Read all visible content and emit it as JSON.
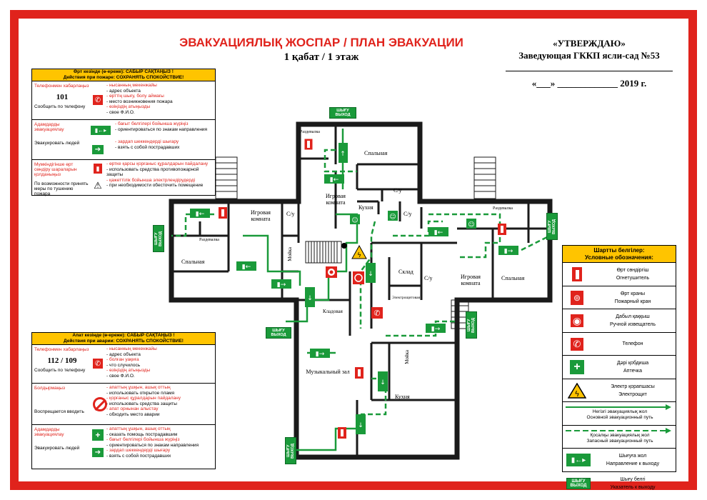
{
  "header": {
    "title": "ЭВАКУАЦИЯЛЫҚ ЖОСПАР / ПЛАН ЭВАКУАЦИИ",
    "floor": "1 қабат / 1 этаж"
  },
  "approval": {
    "approve": "«УТВЕРЖДАЮ»",
    "organization": "Заведующая ГККП ясли-сад №53",
    "date_line": "«___» _____________ 2019 г."
  },
  "fire_box": {
    "header1": "Өрт кезінде (ө-ереже): САБЫР САҚТАҢЫЗ !",
    "header2": "Действия при пожаре: СОХРАНЯТЬ СПОКОЙСТВИЕ!",
    "row1_label": "Телефонмен хабарлаңыз",
    "row1_number": "101",
    "row1_sub": "Сообщить по телефону",
    "row1_items": [
      "- нысанның мекенжайы",
      "- адрес объекта",
      "- өрттің шығу, болу аймағы",
      "- место возникновения пожара",
      "- өзіңіздің атыңызды",
      "- свое Ф.И.О."
    ],
    "row2_label": "Адамдарды эвакуациялау",
    "row2_sub": "Эвакуировать людей",
    "row2_items": [
      "- бағыт белгілері бойынша жүріңіз",
      "- ориентироваться по знакам направления",
      "- зардап шеккендерді шығару",
      "- взять с собой пострадавших"
    ],
    "row3_label": "Мүмкіндігінше өрт сөндіру шараларын қолданыңыз",
    "row3_sub": "По возможности принять меры по тушению пожара",
    "row3_items": [
      "- өртке қарсы қорғаныс құралдарын пайдалану",
      "- использовать средства противопожарной защиты",
      "- қажеттілік бойынша электрлендірудерді",
      "- при необходимости обесточить помещение"
    ]
  },
  "emergency_box": {
    "header1": "Апат кезінде (ө-ереже): САБЫР САҚТАҢЫЗ !",
    "header2": "Действия при аварии: СОХРАНЯТЬ СПОКОЙСТВИЕ!",
    "row1_label": "Телефонмен хабарлаңыз",
    "row1_number": "112 / 109",
    "row1_sub": "Сообщить по телефону",
    "row1_items": [
      "- нысанның мекенжайы",
      "- адрес объекта",
      "- болған уақиға",
      "- что случилось",
      "- өзіңіздің атыңызды",
      "- свое Ф.И.О."
    ],
    "row2_label": "Болдырмаңыз",
    "row2_sub": "Воспрещается вводить",
    "row2_items": [
      "- апаттың ұшқын, ашық оттың",
      "- использовать открытое пламя",
      "- қорғаныс құралдарын пайдалану",
      "- использовать средства защиты",
      "- апат орнынан алыстау",
      "- обходить место аварии"
    ],
    "row3_label": "Адамдарды эвакуациялау",
    "row3_sub": "Эвакуировать людей",
    "row3_items": [
      "- апаттың ұшқын, ашық оттың",
      "- оказать помощь пострадавшим",
      "- бағыт белгілері бойынша жүріңіз",
      "- ориентироваться по знакам направления",
      "- зардап шеккендерді шығару",
      "- взять с собой пострадавших"
    ]
  },
  "legend": {
    "title1": "Шартты белгілер:",
    "title2": "Условные обозначения:",
    "items": [
      {
        "kz": "Өрт сөндіргіш",
        "ru": "Огнетушитель",
        "icon": "extinguisher-icon"
      },
      {
        "kz": "Өрт краны",
        "ru": "Пожарный кран",
        "icon": "fire-hose-icon"
      },
      {
        "kz": "Дабыл қаққыш",
        "ru": "Ручной извещатель",
        "icon": "alarm-button-icon"
      },
      {
        "kz": "Телефон",
        "ru": "",
        "icon": "phone-icon"
      },
      {
        "kz": "Дәрі қобдиша",
        "ru": "Аптечка",
        "icon": "first-aid-icon"
      },
      {
        "kz": "Электр қорапшасы",
        "ru": "Электрощит",
        "icon": "electric-panel-icon"
      },
      {
        "kz": "Негізгі эвакуациялық жол",
        "ru": "Основной эвакуационный путь",
        "icon": "main-route-icon"
      },
      {
        "kz": "Қосалқы эвакуациялық жол",
        "ru": "Запасный эвакуационный путь",
        "icon": "reserve-route-icon"
      },
      {
        "kz": "Шығуға жол",
        "ru": "Направление к выходу",
        "icon": "exit-direction-icon"
      },
      {
        "kz": "Шығу белгі",
        "ru": "Указатель к выходу",
        "icon": "exit-sign-icon"
      }
    ]
  },
  "plan": {
    "exit_sign_text": "ШЫҒУ ВЫХОД",
    "rooms": {
      "razdevalka_top": "Раздевалка",
      "spalnaya_top": "Спальная",
      "igrovaya_top": "Игровая комната",
      "su_top": "С/у",
      "kuhnya_top": "Кухня",
      "su_mid": "С/у",
      "razdevalka_right": "Раздевалка",
      "igrovaya_left": "Игровая комната",
      "su_left": "С/у",
      "razdevalka_left": "Раздевалка",
      "spalnaya_left": "Спальная",
      "moika_left": "Мойка",
      "kladovaya": "Кладовая",
      "sklad": "Склад",
      "su_right": "С/у",
      "igrovaya_right": "Игровая комната",
      "spalnaya_right": "Спальная",
      "elektroshitovaya": "Электрощитовая",
      "music_hall": "Музыкальный зал",
      "moika_bottom": "Мойка",
      "kuhnya_bottom": "Кухня"
    }
  },
  "colors": {
    "frame": "#e0231c",
    "header_yellow": "#ffc400",
    "exit_green": "#1a9a3a",
    "wall": "#1a1a1a"
  }
}
